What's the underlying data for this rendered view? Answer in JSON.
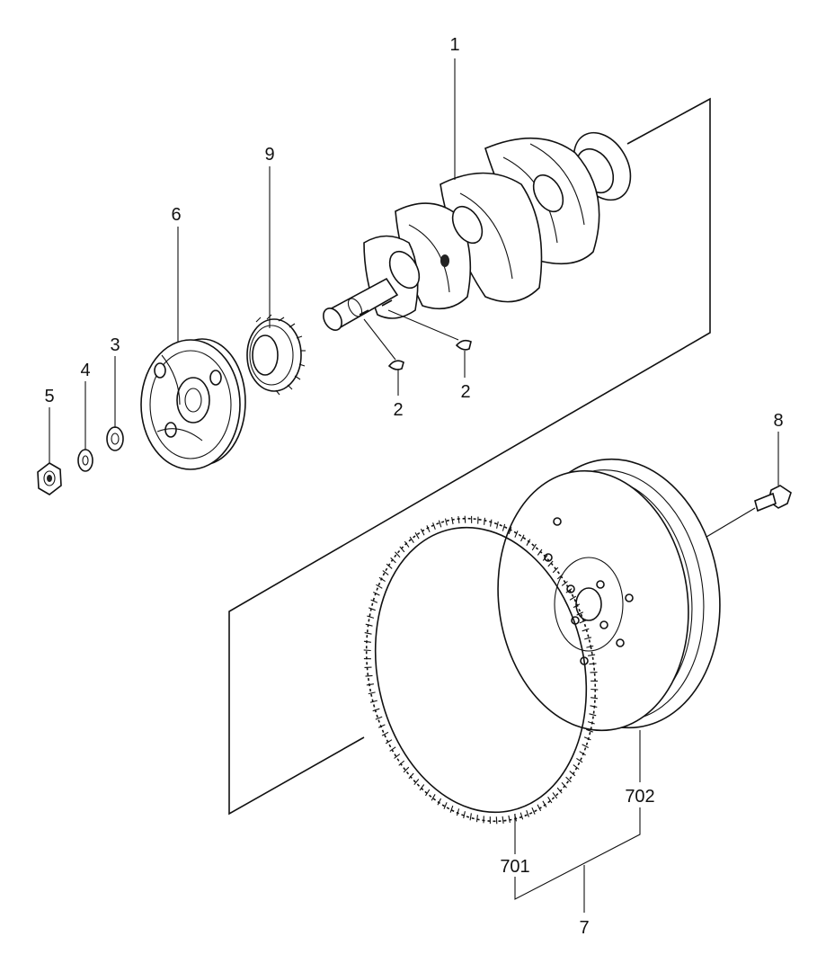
{
  "callouts": {
    "p1": "1",
    "p2a": "2",
    "p2b": "2",
    "p3": "3",
    "p4": "4",
    "p5": "5",
    "p6": "6",
    "p7": "7",
    "p8": "8",
    "p9": "9",
    "p701": "701",
    "p702": "702"
  },
  "colors": {
    "ink": "#111111",
    "paper": "#ffffff"
  }
}
